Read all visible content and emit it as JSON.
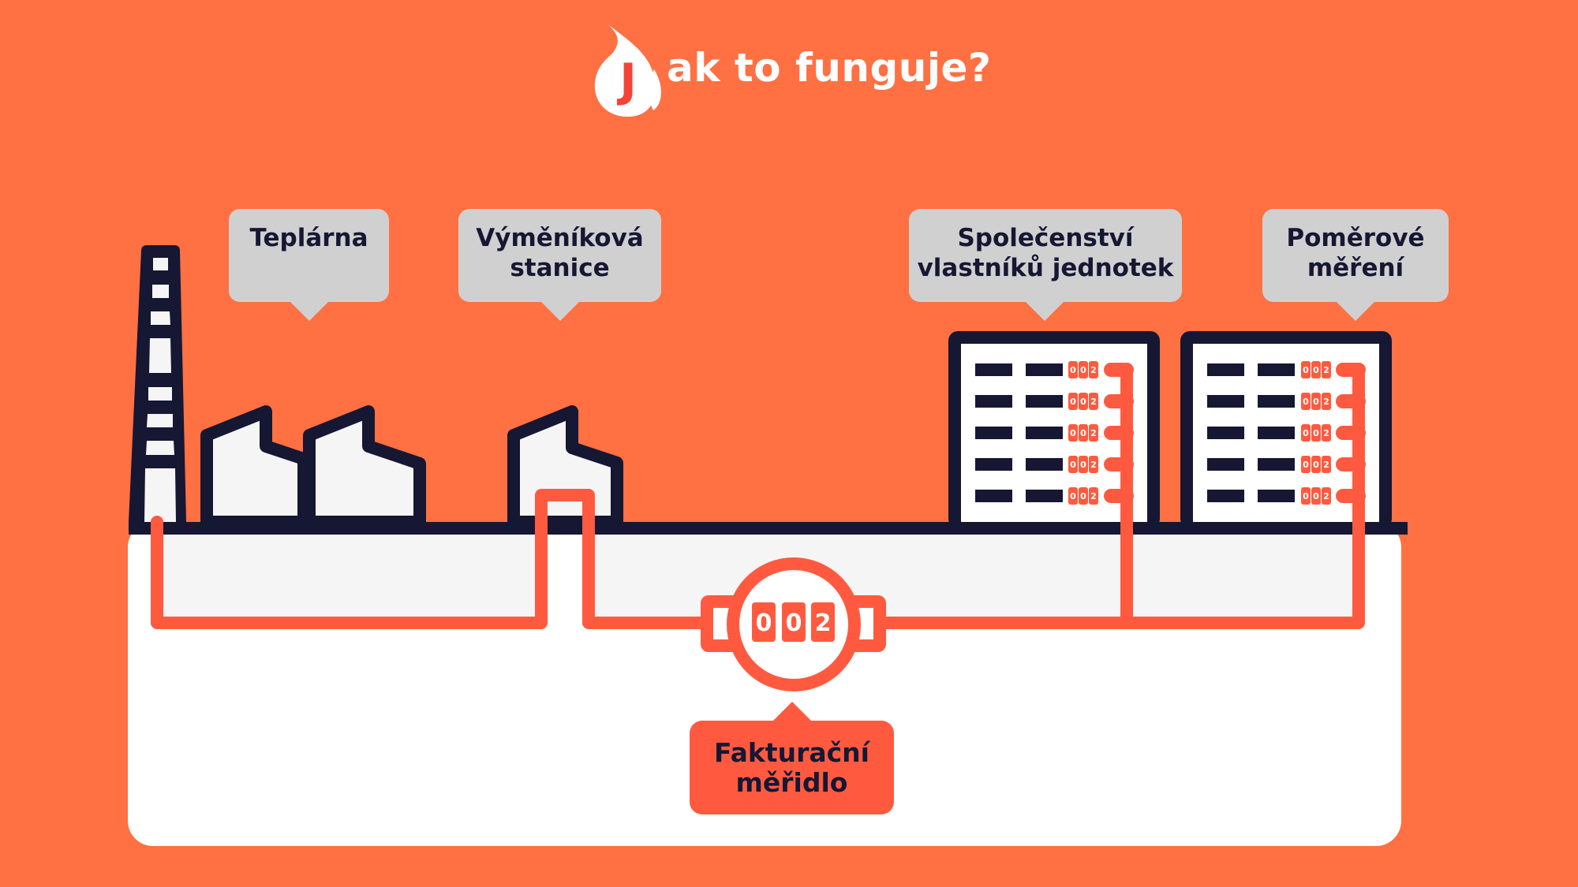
{
  "header": {
    "logo_letter": "J",
    "title": "ak to funguje?"
  },
  "labels": {
    "teplarna": [
      "Teplárna"
    ],
    "vymenikova_stanice": [
      "Výměníková",
      "stanice"
    ],
    "svj": [
      "Společenství",
      "vlastníků jednotek"
    ],
    "pomerove_mereni": [
      "Poměrové",
      "měření"
    ],
    "fakturacni_meridlo": [
      "Fakturační",
      "měřidlo"
    ]
  },
  "meters": {
    "main_reading": [
      "0",
      "0",
      "2"
    ],
    "apartment_reading": [
      "0",
      "0",
      "2"
    ]
  },
  "colors": {
    "background": "#ff7043",
    "pipe": "#ff5a40",
    "outline": "#161733",
    "bubble": "#d0d0d0",
    "ground_fill": "#f5f5f5",
    "panel": "#ffffff"
  }
}
